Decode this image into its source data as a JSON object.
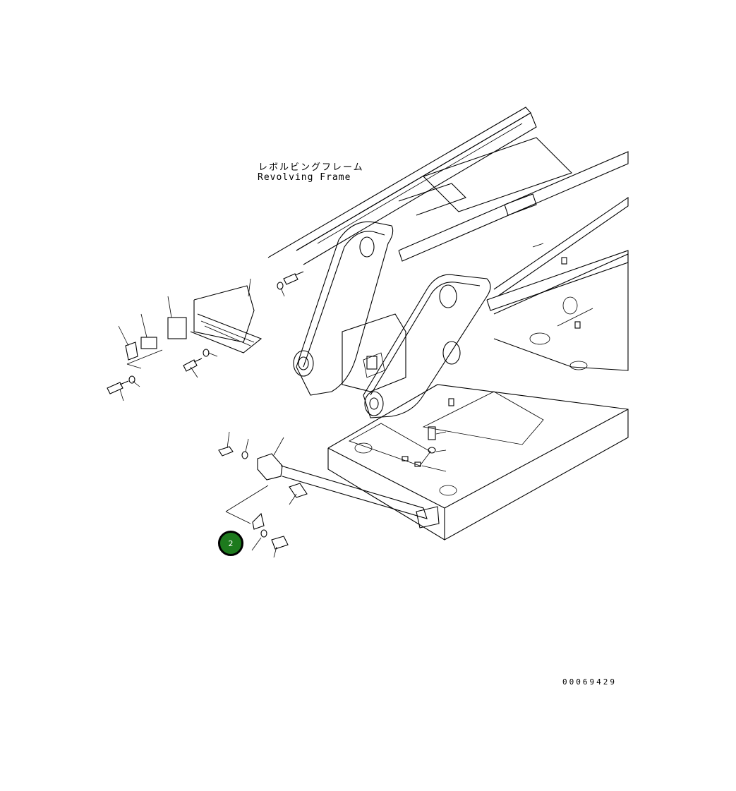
{
  "title_jp": "レボルビングフレーム",
  "title_en": "Revolving Frame",
  "document_number": "00069429",
  "callout": {
    "label": "2",
    "color": "#1d7a1d"
  }
}
